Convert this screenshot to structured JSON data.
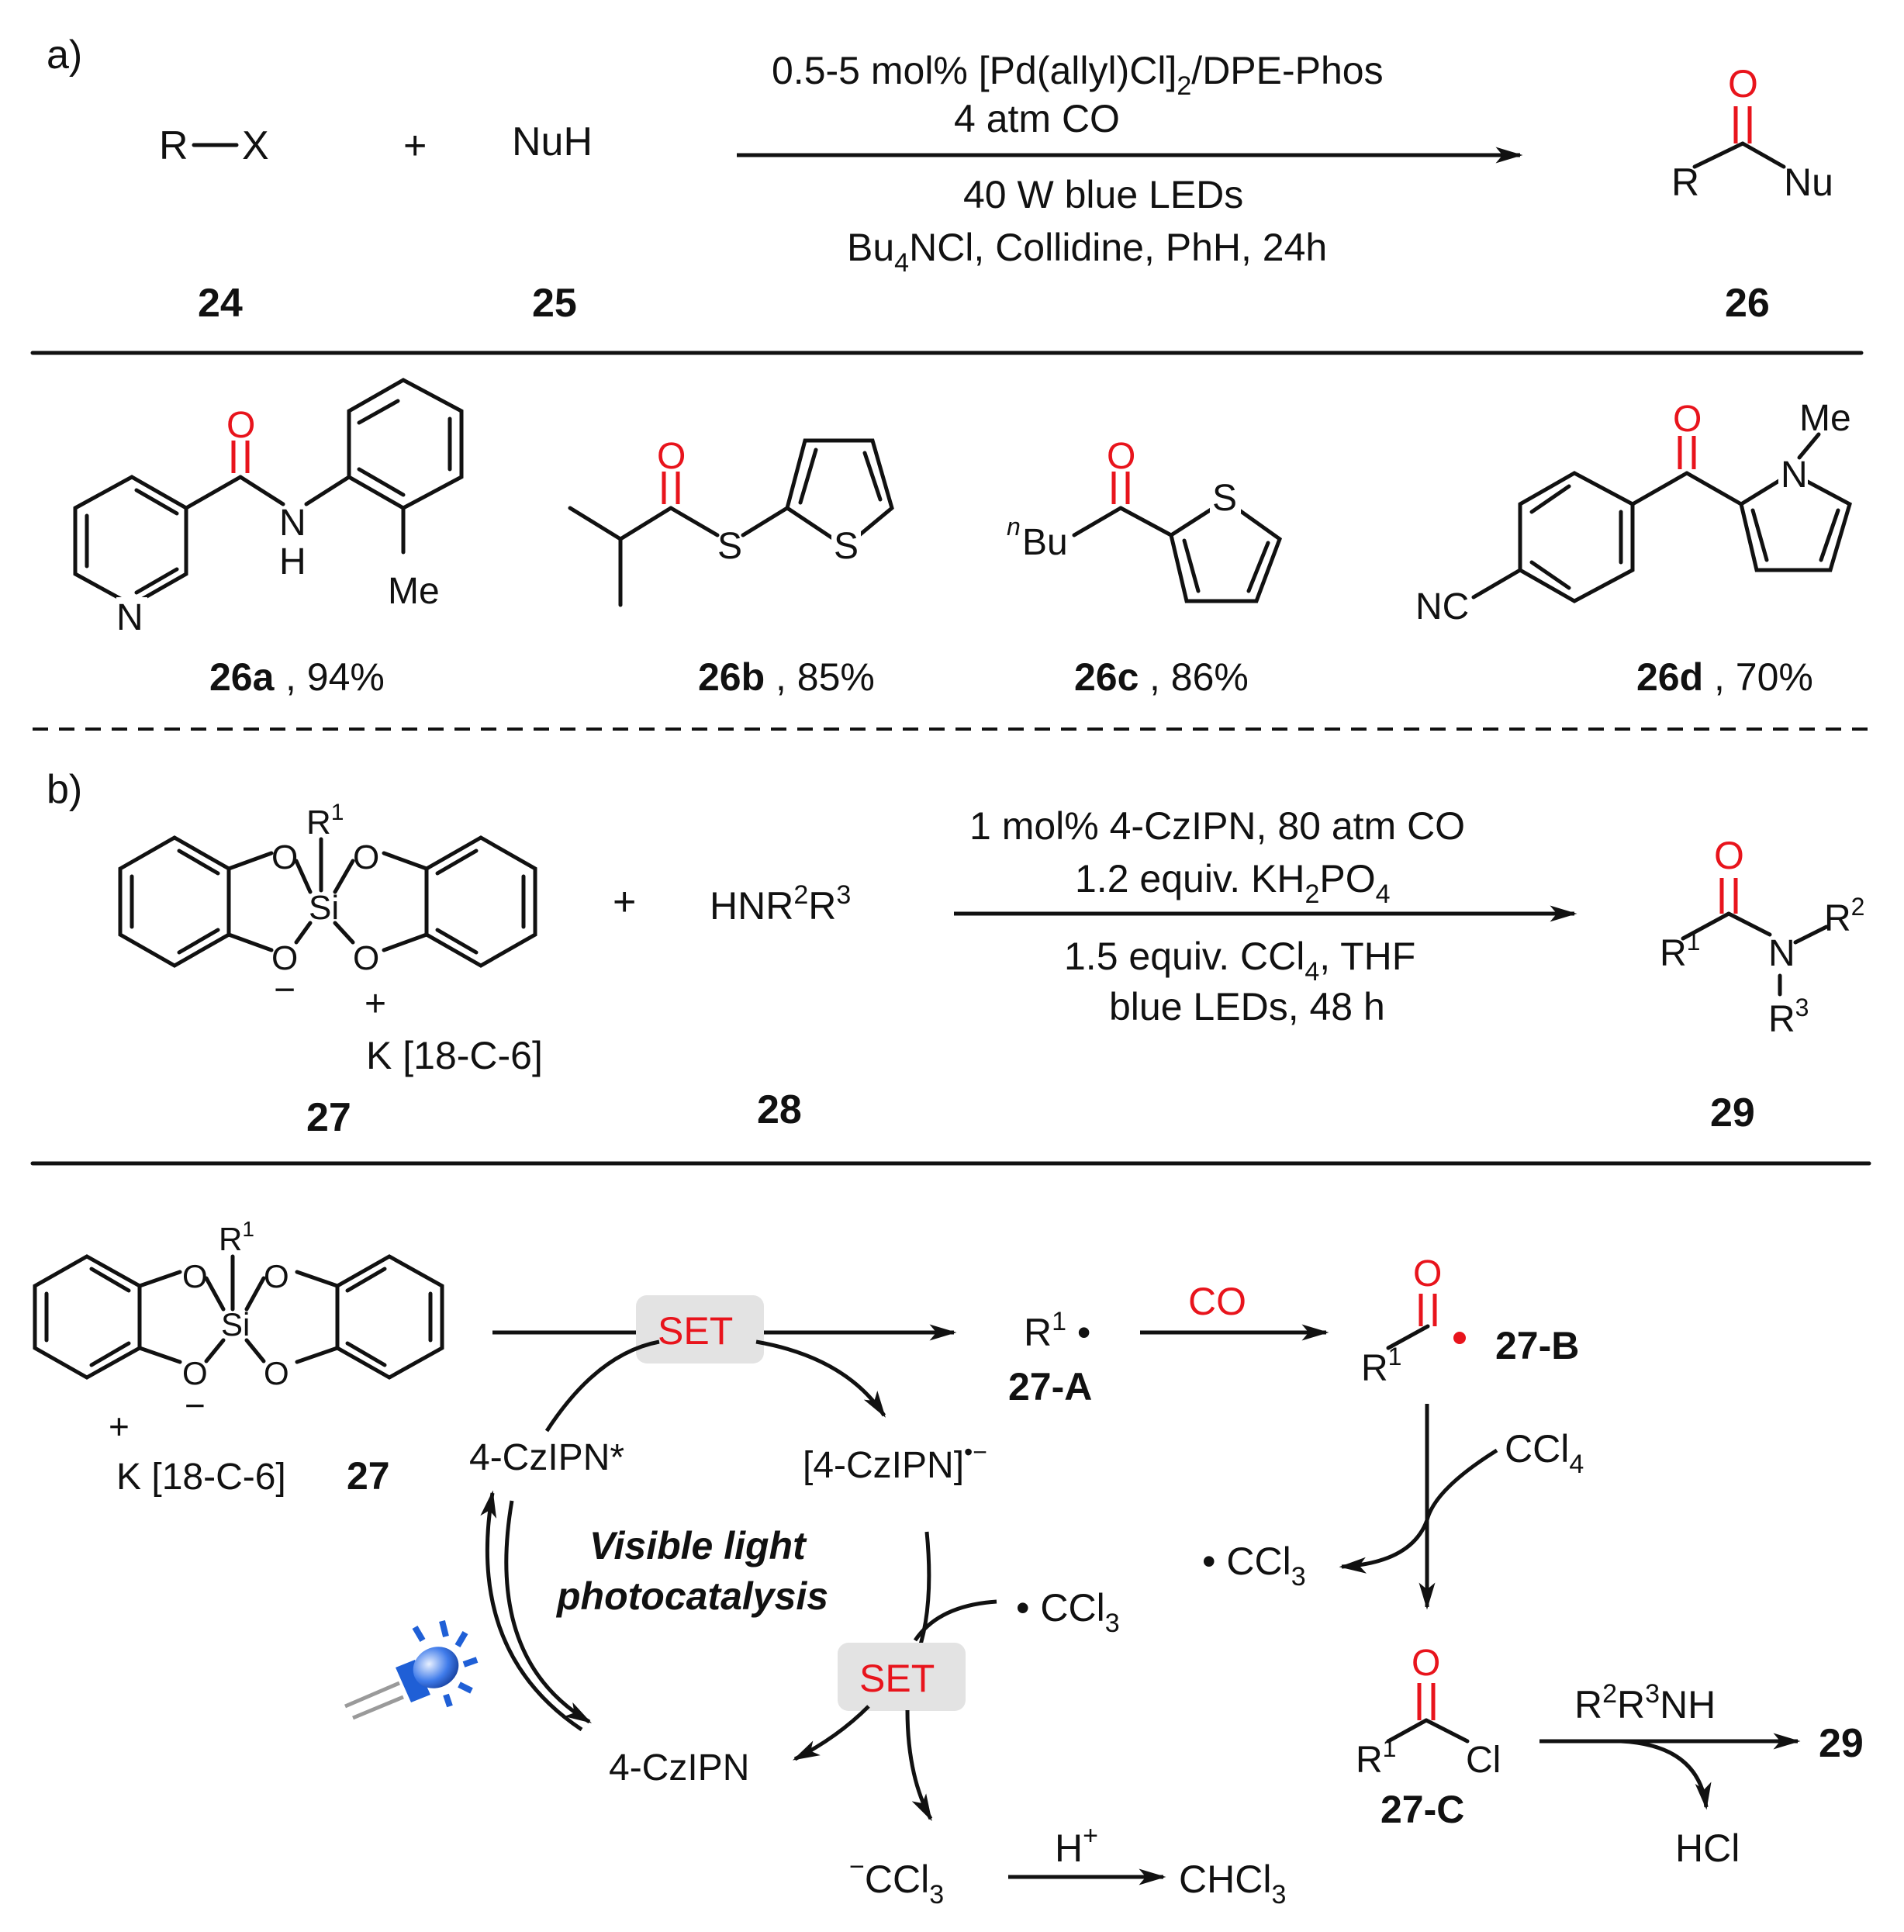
{
  "part_a": {
    "label": "a)",
    "reactant1": "R—X",
    "plus": "+",
    "reactant2": "NuH",
    "cond_line1": "0.5-5 mol% [Pd(allyl)Cl]₂/DPE-Phos",
    "cond_line2": "4 atm CO",
    "cond_line3": "40 W blue LEDs",
    "cond_line4": "Bu₄NCl, Collidine, PhH, 24h",
    "num_reactant1": "24",
    "num_reactant2": "25",
    "num_product": "26",
    "product_R": "R",
    "product_Nu": "Nu",
    "product_O": "O"
  },
  "examples": [
    {
      "id": "26a",
      "yield": ", 94%",
      "atoms": {
        "O": "O",
        "N_ring": "N",
        "NH_N": "N",
        "NH_H": "H",
        "Me": "Me"
      }
    },
    {
      "id": "26b",
      "yield": ", 85%",
      "atoms": {
        "O": "O",
        "S1": "S",
        "S2": "S"
      }
    },
    {
      "id": "26c",
      "yield": ", 86%",
      "atoms": {
        "O": "O",
        "nBu_n": "n",
        "nBu": "Bu",
        "S": "S"
      }
    },
    {
      "id": "26d",
      "yield": ", 70%",
      "atoms": {
        "O": "O",
        "N": "N",
        "Me": "Me",
        "NC": "NC"
      }
    }
  ],
  "part_b": {
    "label": "b)",
    "silicate": {
      "R1": "R",
      "R1_sup": "1",
      "O": "O",
      "Si": "Si",
      "minus": "−",
      "plus": "+",
      "counterion": "K [18-C-6]"
    },
    "plus": "+",
    "amine": "HNR²R³",
    "cond_line1": "1 mol% 4-CzIPN, 80 atm CO",
    "cond_line2": "1.2 equiv. KH₂PO₄",
    "cond_line3": "1.5 equiv. CCl₄, THF",
    "cond_line4": "blue LEDs, 48 h",
    "num_silicate": "27",
    "num_amine": "28",
    "num_product": "29",
    "product": {
      "O": "O",
      "R1": "R¹",
      "N": "N",
      "R2": "R²",
      "R3": "R³"
    }
  },
  "mechanism": {
    "counterion": "K [18-C-6]",
    "silicate_num": "27",
    "set_label": "SET",
    "radical_R1": "R¹•",
    "radical_num": "27-A",
    "co_label": "CO",
    "acyl_R1": "R¹",
    "acyl_num": "27-B",
    "ccl4_label": "CCl₄",
    "ccl3_radical_right": "•CCl₃",
    "excited_cat": "4-CzIPN*",
    "reduced_cat": "[4-CzIPN]•−",
    "ground_cat": "4-CzIPN",
    "photo_line1": "Visible light",
    "photo_line2": "photocatalysis",
    "ccl3_radical_mid": "•CCl₃",
    "ccl3_anion": "⁻CCl₃",
    "proton": "H⁺",
    "chloroform": "CHCl₃",
    "acid_chloride_R1": "R¹",
    "acid_chloride_Cl": "Cl",
    "acid_chloride_num": "27-C",
    "amine_label": "R²R³NH",
    "final_product": "29",
    "byproduct": "HCl"
  },
  "colors": {
    "red": "#e8141c",
    "set_box": "#e3e3e3",
    "led_blue": "#1f5fd6"
  }
}
